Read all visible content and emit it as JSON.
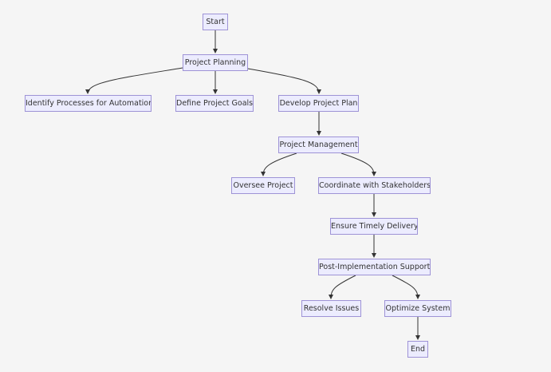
{
  "nodes": {
    "start": "Start",
    "project_planning": "Project Planning",
    "identify_processes": "Identify Processes for Automation",
    "define_goals": "Define Project Goals",
    "develop_plan": "Develop Project Plan",
    "project_management": "Project Management",
    "oversee_project": "Oversee Project",
    "coordinate_stakeholders": "Coordinate with Stakeholders",
    "ensure_delivery": "Ensure Timely Delivery",
    "post_support": "Post-Implementation Support",
    "resolve_issues": "Resolve Issues",
    "optimize_system": "Optimize System",
    "end": "End"
  },
  "edges": [
    [
      "start",
      "project_planning"
    ],
    [
      "project_planning",
      "identify_processes"
    ],
    [
      "project_planning",
      "define_goals"
    ],
    [
      "project_planning",
      "develop_plan"
    ],
    [
      "develop_plan",
      "project_management"
    ],
    [
      "project_management",
      "oversee_project"
    ],
    [
      "project_management",
      "coordinate_stakeholders"
    ],
    [
      "coordinate_stakeholders",
      "ensure_delivery"
    ],
    [
      "ensure_delivery",
      "post_support"
    ],
    [
      "post_support",
      "resolve_issues"
    ],
    [
      "post_support",
      "optimize_system"
    ],
    [
      "optimize_system",
      "end"
    ]
  ],
  "colors": {
    "background": "#f5f5f5",
    "node_fill": "#ececfe",
    "node_border": "#9e93d6",
    "edge": "#333333"
  }
}
